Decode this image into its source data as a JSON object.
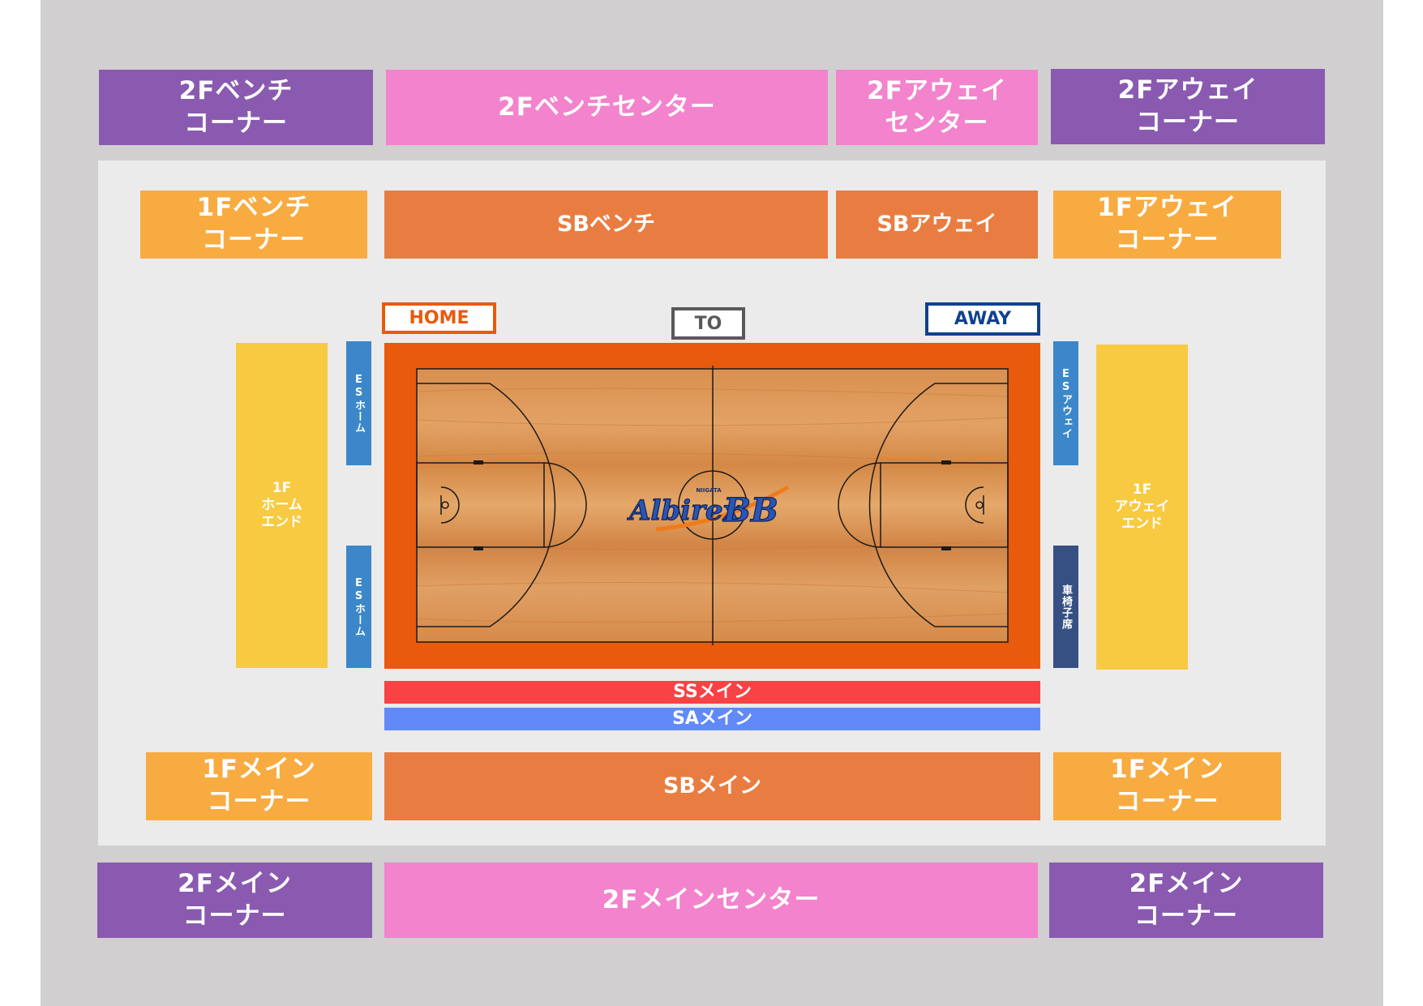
{
  "layout": {
    "top": {
      "bench_corner_2f": "2Fベンチ\nコーナー",
      "bench_center_2f": "2Fベンチセンター",
      "away_center_2f": "2Fアウェイ\nセンター",
      "away_corner_2f": "2Fアウェイ\nコーナー"
    },
    "upper_1f": {
      "bench_corner_1f": "1Fベンチ\nコーナー",
      "sb_bench": "SBベンチ",
      "sb_away": "SBアウェイ",
      "away_corner_1f": "1Fアウェイ\nコーナー"
    },
    "tags": {
      "home": "HOME",
      "to": "TO",
      "away": "AWAY"
    },
    "sides": {
      "home_end_1f": "1F\nホーム\nエンド",
      "away_end_1f": "1F\nアウェイ\nエンド",
      "es_home_upper": "ESホーム",
      "es_home_lower": "ESホーム",
      "es_away": "ESアウェイ",
      "wheelchair": "車椅子席"
    },
    "court": {
      "logo_top": "NIIGATA",
      "logo_main": "Albirex",
      "logo_bb": "BB"
    },
    "rows": {
      "ss_main": "SSメイン",
      "sa_main": "SAメイン"
    },
    "lower_1f": {
      "main_corner_left": "1Fメイン\nコーナー",
      "sb_main": "SBメイン",
      "main_corner_right": "1Fメイン\nコーナー"
    },
    "bottom": {
      "main_corner_left_2f": "2Fメイン\nコーナー",
      "main_center_2f": "2Fメインセンター",
      "main_corner_right_2f": "2Fメイン\nコーナー"
    }
  },
  "colors": {
    "purple": "#8a5ab0",
    "pink": "#f283cc",
    "light_orange": "#f8ab40",
    "orange": "#e97d41",
    "yellow": "#f8ca42",
    "blue": "#3b87c9",
    "navy": "#365084",
    "red": "#f84244",
    "sky_blue": "#6189f8",
    "court_border": "#e85a0c",
    "home_tag": "#e85a0c",
    "away_tag": "#10418e",
    "to_tag": "#595959"
  }
}
